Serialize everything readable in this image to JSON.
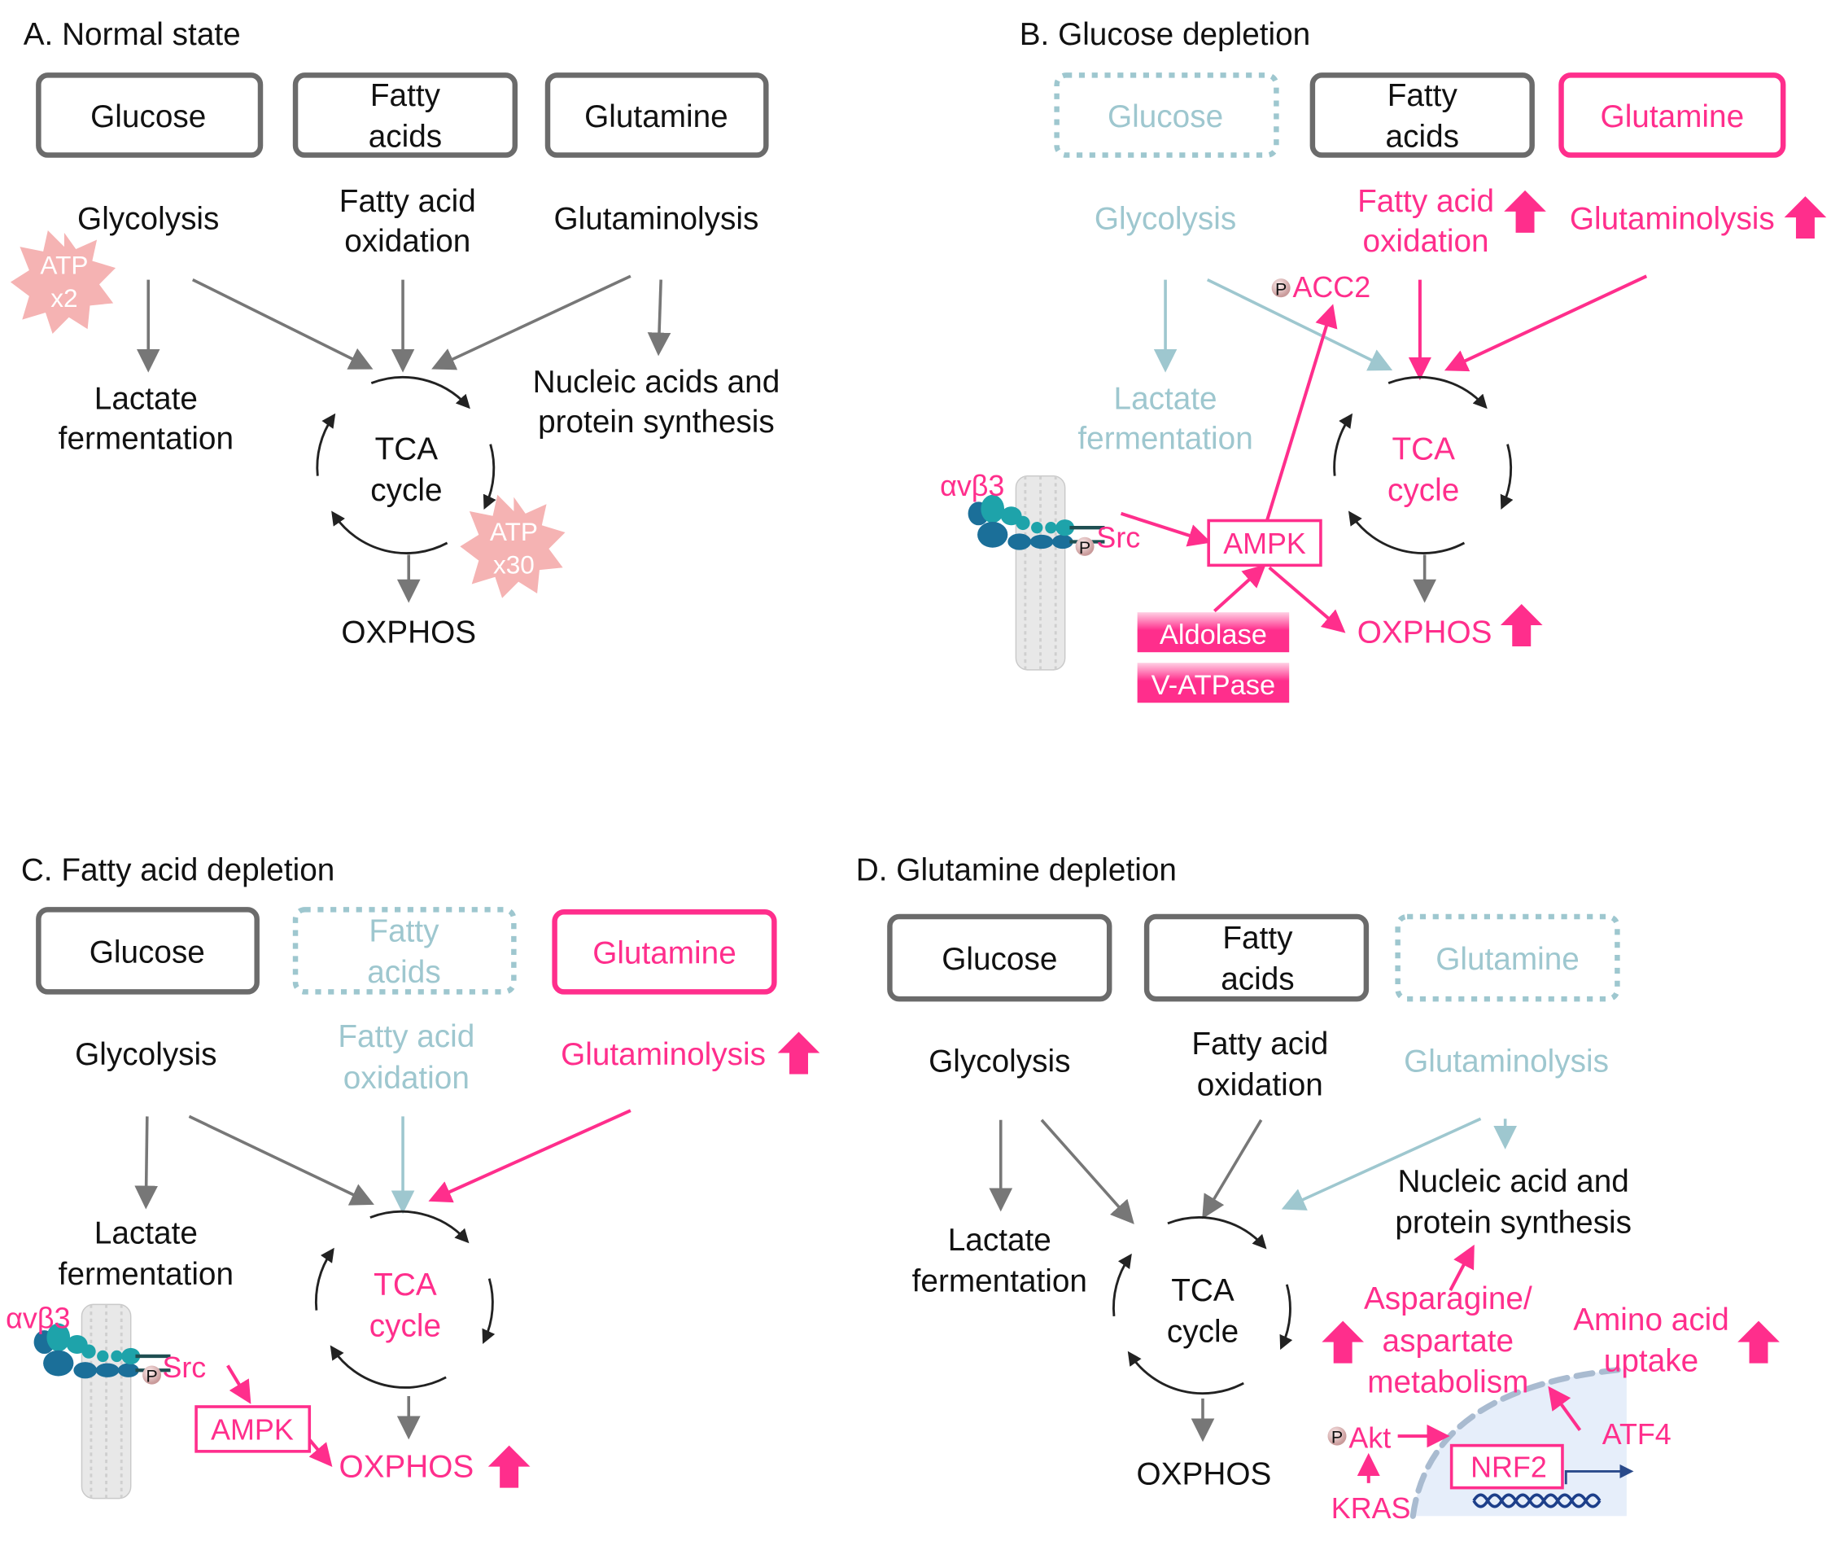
{
  "colors": {
    "accent_pink": "#ff2e8c",
    "depleted_blue": "#9ec7cf",
    "neutral_gray": "#6b6b6b",
    "nucleus_fill": "#e6eefa"
  },
  "panel_a": {
    "title": "A. Normal state",
    "glucose": "Glucose",
    "fatty_1": "Fatty",
    "fatty_2": "acids",
    "glutamine": "Glutamine",
    "glycolysis": "Glycolysis",
    "fao_1": "Fatty acid",
    "fao_2": "oxidation",
    "glutaminolysis": "Glutaminolysis",
    "lactate_1": "Lactate",
    "lactate_2": "fermentation",
    "nucleic_1": "Nucleic acids and",
    "nucleic_2": "protein synthesis",
    "tca_1": "TCA",
    "tca_2": "cycle",
    "oxphos": "OXPHOS",
    "atp2_1": "ATP",
    "atp2_2": "x2",
    "atp30_1": "ATP",
    "atp30_2": "x30"
  },
  "panel_b": {
    "title": "B. Glucose depletion",
    "glucose": "Glucose",
    "fatty_1": "Fatty",
    "fatty_2": "acids",
    "glutamine": "Glutamine",
    "glycolysis": "Glycolysis",
    "fao_1": "Fatty acid",
    "fao_2": "oxidation",
    "glutaminolysis": "Glutaminolysis",
    "lactate_1": "Lactate",
    "lactate_2": "fermentation",
    "tca_1": "TCA",
    "tca_2": "cycle",
    "oxphos": "OXPHOS",
    "acc2": "ACC2",
    "phospho": "P",
    "integrin": "αvβ3",
    "src": "Src",
    "ampk": "AMPK",
    "aldolase": "Aldolase",
    "vatpase": "V-ATPase"
  },
  "panel_c": {
    "title": "C. Fatty acid depletion",
    "glucose": "Glucose",
    "fatty_1": "Fatty",
    "fatty_2": "acids",
    "glutamine": "Glutamine",
    "glycolysis": "Glycolysis",
    "fao_1": "Fatty acid",
    "fao_2": "oxidation",
    "glutaminolysis": "Glutaminolysis",
    "lactate_1": "Lactate",
    "lactate_2": "fermentation",
    "tca_1": "TCA",
    "tca_2": "cycle",
    "oxphos": "OXPHOS",
    "phospho": "P",
    "integrin": "αvβ3",
    "src": "Src",
    "ampk": "AMPK"
  },
  "panel_d": {
    "title": "D. Glutamine depletion",
    "glucose": "Glucose",
    "fatty_1": "Fatty",
    "fatty_2": "acids",
    "glutamine": "Glutamine",
    "glycolysis": "Glycolysis",
    "fao_1": "Fatty acid",
    "fao_2": "oxidation",
    "glutaminolysis": "Glutaminolysis",
    "lactate_1": "Lactate",
    "lactate_2": "fermentation",
    "nucleic_1": "Nucleic acid and",
    "nucleic_2": "protein synthesis",
    "tca_1": "TCA",
    "tca_2": "cycle",
    "oxphos": "OXPHOS",
    "asn_1": "Asparagine/",
    "asn_2": "aspartate",
    "asn_3": "metabolism",
    "aa_1": "Amino acid",
    "aa_2": "uptake",
    "phospho": "P",
    "akt": "Akt",
    "kras": "KRAS",
    "atf4": "ATF4",
    "nrf2": "NRF2"
  }
}
